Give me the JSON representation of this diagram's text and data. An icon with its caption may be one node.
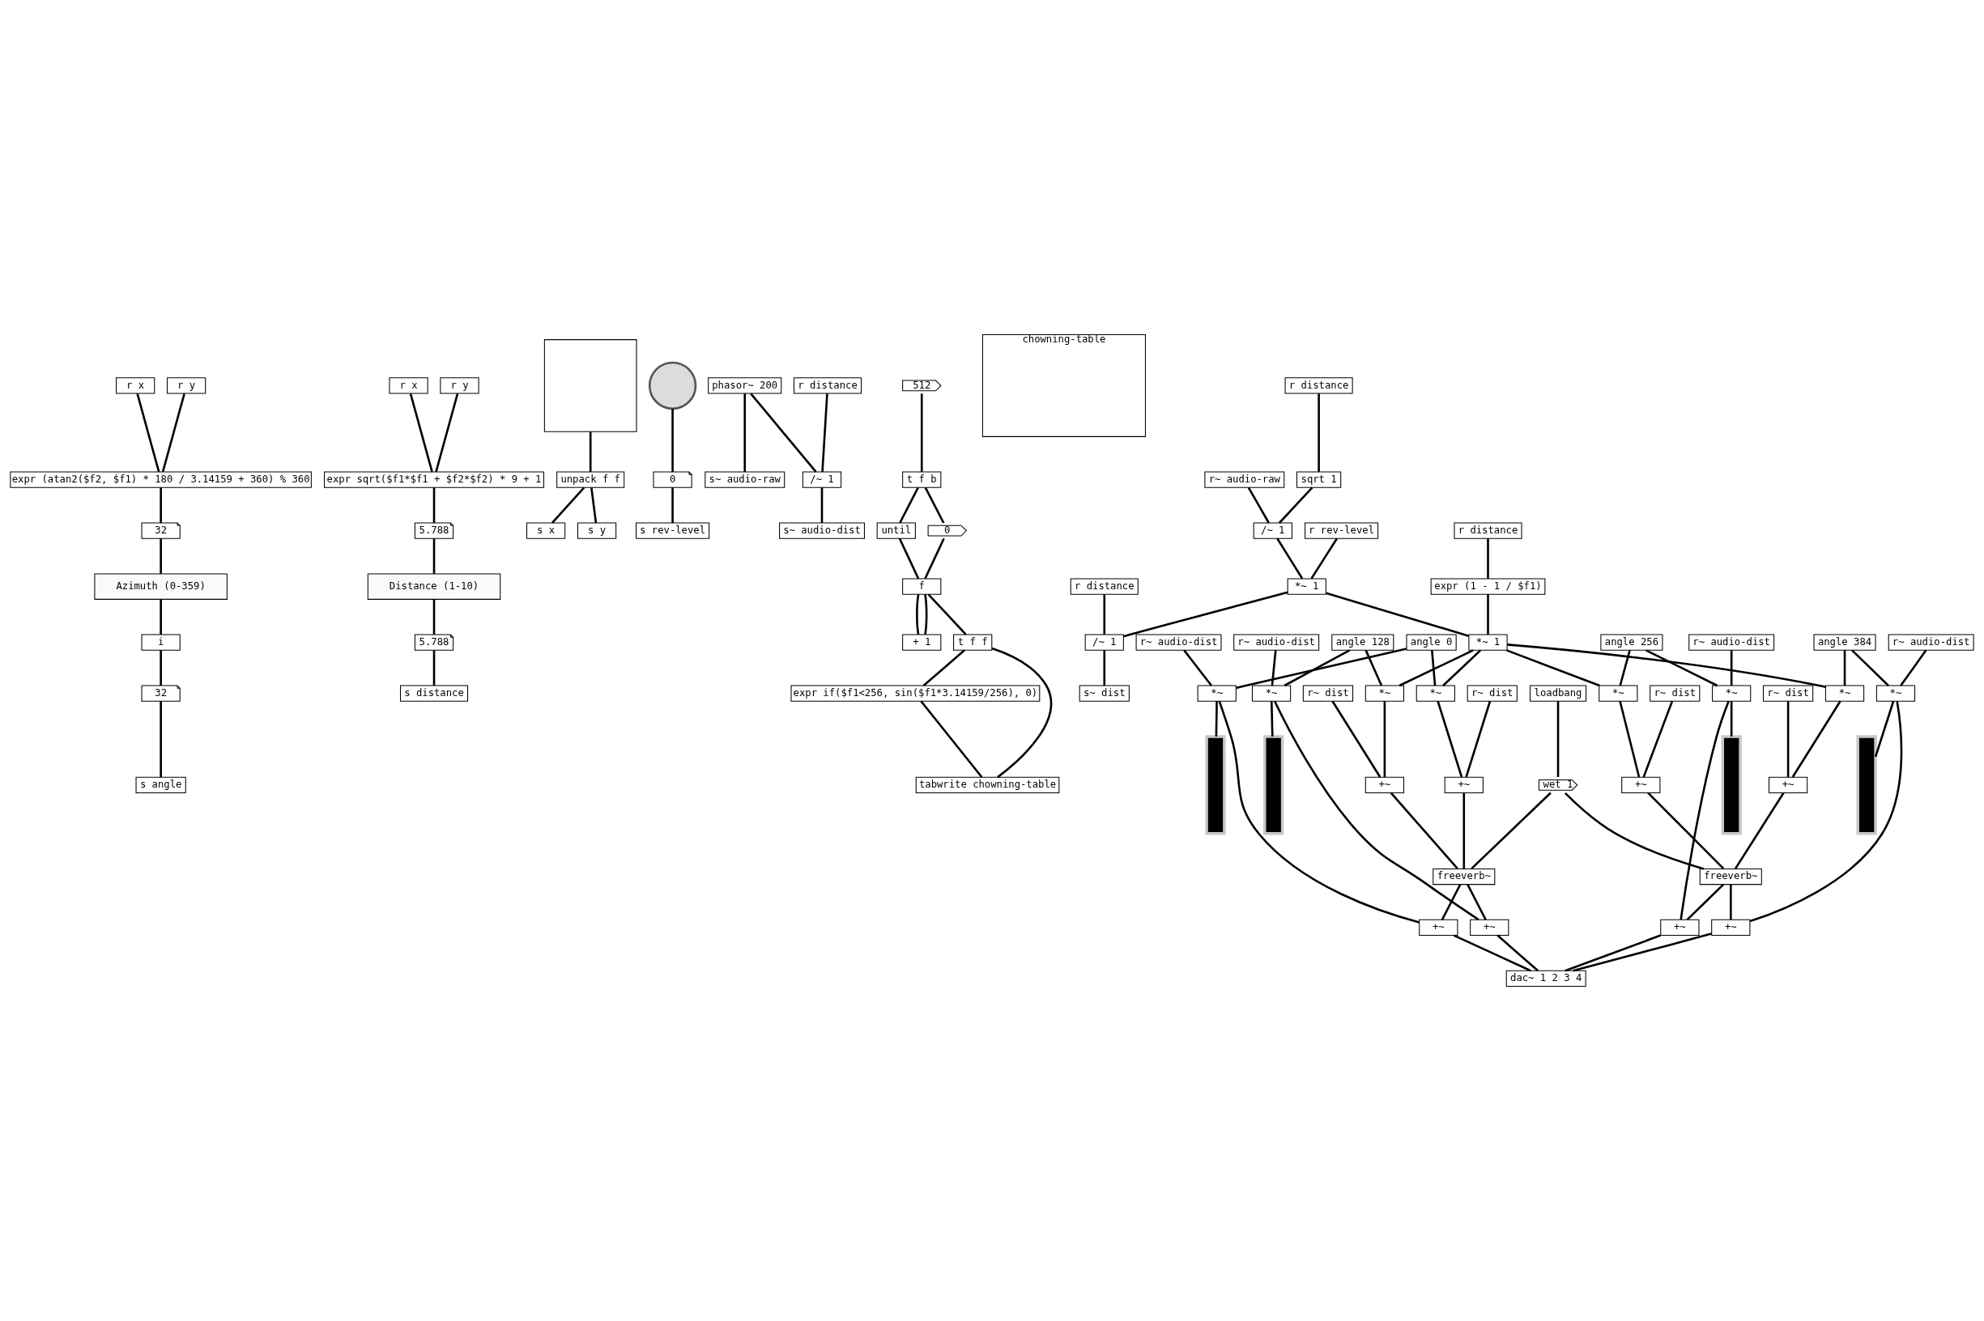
{
  "diagram": {
    "nodes": [
      {
        "text": [
          "r x"
        ]
      },
      {
        "text": [
          "r y"
        ]
      },
      {
        "text": [
          "expr (atan2($f2, $f1) * 180 / 3.14159 + 360) % 360"
        ]
      },
      {
        "text": [
          "32"
        ]
      },
      {
        "text": [
          "Azimuth (0-359)"
        ]
      },
      {
        "text": [
          "i"
        ]
      },
      {
        "text": [
          "32"
        ]
      },
      {
        "text": [
          "s angle"
        ]
      },
      {
        "text": [
          "r x"
        ]
      },
      {
        "text": [
          "r y"
        ]
      },
      {
        "text": [
          "expr sqrt($f1*$f1 + $f2*$f2) * 9 + 1"
        ]
      },
      {
        "text": [
          "5.788"
        ]
      },
      {
        "text": [
          "Distance (1-10)"
        ]
      },
      {
        "text": [
          "5.788"
        ]
      },
      {
        "text": [
          "s distance"
        ]
      },
      {
        "text": [],
        "shape": "box"
      },
      {
        "text": [
          "unpack f f"
        ]
      },
      {
        "text": [
          "s x"
        ]
      },
      {
        "text": [
          "s y"
        ]
      },
      {
        "text": [],
        "shape": "circle"
      },
      {
        "text": [
          "0"
        ]
      },
      {
        "text": [
          "s rev-level"
        ]
      },
      {
        "text": [
          "phasor~ 200"
        ]
      },
      {
        "text": [
          "s~ audio-raw"
        ]
      },
      {
        "text": [
          "r distance"
        ]
      },
      {
        "text": [
          "/~ 1"
        ]
      },
      {
        "text": [
          "s~ audio-dist"
        ]
      },
      {
        "text": [
          "512"
        ]
      },
      {
        "text": [
          "t f b"
        ]
      },
      {
        "text": [
          "until"
        ]
      },
      {
        "text": [
          "0"
        ]
      },
      {
        "text": [
          "f"
        ]
      },
      {
        "text": [
          "+ 1"
        ]
      },
      {
        "text": [
          "t f f"
        ]
      },
      {
        "text": [
          "expr if($f1<256, sin($f1*3.14159/256), 0)"
        ]
      },
      {
        "text": [
          "tabwrite chowning-table"
        ]
      },
      {
        "text": [
          "chowning-table"
        ]
      },
      {
        "text": [
          "r~ audio-raw"
        ]
      },
      {
        "text": [
          "r distance"
        ]
      },
      {
        "text": [
          "sqrt 1"
        ]
      },
      {
        "text": [
          "/~ 1"
        ]
      },
      {
        "text": [
          "r rev-level"
        ]
      },
      {
        "text": [
          "*~ 1"
        ]
      },
      {
        "text": [
          "r distance"
        ]
      },
      {
        "text": [
          "/~ 1"
        ]
      },
      {
        "text": [
          "s~ dist"
        ]
      },
      {
        "text": [
          "r distance"
        ]
      },
      {
        "text": [
          "expr (1 - 1 / $f1)"
        ]
      },
      {
        "text": [
          "*~ 1"
        ]
      },
      {
        "text": [
          "r~ audio-dist"
        ]
      },
      {
        "text": [
          "r~ audio-dist"
        ]
      },
      {
        "text": [
          "r~ audio-dist"
        ]
      },
      {
        "text": [
          "r~ audio-dist"
        ]
      },
      {
        "text": [
          "angle 0"
        ]
      },
      {
        "text": [
          "angle 128"
        ]
      },
      {
        "text": [
          "angle 256"
        ]
      },
      {
        "text": [
          "angle 384"
        ]
      },
      {
        "text": [
          "*~"
        ]
      },
      {
        "text": [
          "*~"
        ]
      },
      {
        "text": [
          "*~"
        ]
      },
      {
        "text": [
          "*~"
        ]
      },
      {
        "text": [],
        "shape": "bar"
      },
      {
        "text": [],
        "shape": "bar"
      },
      {
        "text": [],
        "shape": "bar"
      },
      {
        "text": [],
        "shape": "bar"
      },
      {
        "text": [
          "+~"
        ]
      },
      {
        "text": [
          "+~"
        ]
      },
      {
        "text": [
          "+~"
        ]
      },
      {
        "text": [
          "+~"
        ]
      },
      {
        "text": [
          "dac~ 1 2 3 4"
        ]
      },
      {
        "text": [
          "*~"
        ]
      },
      {
        "text": [
          "*~"
        ]
      },
      {
        "text": [
          "*~"
        ]
      },
      {
        "text": [
          "*~"
        ]
      },
      {
        "text": [
          "r~ dist"
        ]
      },
      {
        "text": [
          "r~ dist"
        ]
      },
      {
        "text": [
          "r~ dist"
        ]
      },
      {
        "text": [
          "r~ dist"
        ]
      },
      {
        "text": [
          "+~"
        ]
      },
      {
        "text": [
          "+~"
        ]
      },
      {
        "text": [
          "+~"
        ]
      },
      {
        "text": [
          "+~"
        ]
      },
      {
        "text": [
          "loadbang"
        ]
      },
      {
        "text": [
          "wet 1"
        ]
      },
      {
        "text": [
          "freeverb~"
        ]
      },
      {
        "text": [
          "freeverb~"
        ]
      }
    ],
    "edges": [
      {
        "from": 0,
        "to": 2,
        "arrow": "none"
      },
      {
        "from": 1,
        "to": 2,
        "arrow": "none"
      },
      {
        "from": 2,
        "to": 3,
        "arrow": "none"
      },
      {
        "from": 3,
        "to": 4,
        "arrow": "none"
      },
      {
        "from": 4,
        "to": 5,
        "arrow": "none"
      },
      {
        "from": 5,
        "to": 6,
        "arrow": "none"
      },
      {
        "from": 6,
        "to": 7,
        "arrow": "none"
      },
      {
        "from": 8,
        "to": 10,
        "arrow": "none"
      },
      {
        "from": 9,
        "to": 10,
        "arrow": "none"
      },
      {
        "from": 10,
        "to": 11,
        "arrow": "none"
      },
      {
        "from": 11,
        "to": 12,
        "arrow": "none"
      },
      {
        "from": 12,
        "to": 13,
        "arrow": "none"
      },
      {
        "from": 13,
        "to": 14,
        "arrow": "none"
      },
      {
        "from": 15,
        "to": 16,
        "arrow": "none"
      },
      {
        "from": 16,
        "to": 17,
        "arrow": "none"
      },
      {
        "from": 16,
        "to": 18,
        "arrow": "none"
      },
      {
        "from": 19,
        "to": 20,
        "arrow": "none"
      },
      {
        "from": 20,
        "to": 21,
        "arrow": "none"
      },
      {
        "from": 22,
        "to": 23,
        "arrow": "none"
      },
      {
        "from": 22,
        "to": 25,
        "arrow": "none"
      },
      {
        "from": 24,
        "to": 25,
        "arrow": "none"
      },
      {
        "from": 25,
        "to": 26,
        "arrow": "none"
      },
      {
        "from": 27,
        "to": 28,
        "arrow": "none"
      },
      {
        "from": 28,
        "to": 29,
        "arrow": "none"
      },
      {
        "from": 28,
        "to": 30,
        "arrow": "none"
      },
      {
        "from": 29,
        "to": 31,
        "arrow": "none"
      },
      {
        "from": 30,
        "to": 31,
        "arrow": "none"
      },
      {
        "from": 31,
        "to": 32,
        "arrow": "none"
      },
      {
        "from": 32,
        "to": 31,
        "arrow": "none"
      },
      {
        "from": 31,
        "to": 33,
        "arrow": "none"
      },
      {
        "from": 33,
        "to": 34,
        "arrow": "none"
      },
      {
        "from": 33,
        "to": 35,
        "arrow": "none"
      },
      {
        "from": 34,
        "to": 35,
        "arrow": "none"
      },
      {
        "from": 37,
        "to": 40,
        "arrow": "none"
      },
      {
        "from": 38,
        "to": 39,
        "arrow": "none"
      },
      {
        "from": 39,
        "to": 40,
        "arrow": "none"
      },
      {
        "from": 40,
        "to": 42,
        "arrow": "none"
      },
      {
        "from": 41,
        "to": 42,
        "arrow": "none"
      },
      {
        "from": 42,
        "to": 44,
        "arrow": "none"
      },
      {
        "from": 43,
        "to": 44,
        "arrow": "none"
      },
      {
        "from": 44,
        "to": 45,
        "arrow": "none"
      },
      {
        "from": 42,
        "to": 48,
        "arrow": "none"
      },
      {
        "from": 46,
        "to": 47,
        "arrow": "none"
      },
      {
        "from": 47,
        "to": 48,
        "arrow": "none"
      },
      {
        "from": 49,
        "to": 57,
        "arrow": "none"
      },
      {
        "from": 50,
        "to": 58,
        "arrow": "none"
      },
      {
        "from": 51,
        "to": 59,
        "arrow": "none"
      },
      {
        "from": 52,
        "to": 60,
        "arrow": "none"
      },
      {
        "from": 53,
        "to": 57,
        "arrow": "none"
      },
      {
        "from": 54,
        "to": 58,
        "arrow": "none"
      },
      {
        "from": 55,
        "to": 59,
        "arrow": "none"
      },
      {
        "from": 56,
        "to": 60,
        "arrow": "none"
      },
      {
        "from": 53,
        "to": 70,
        "arrow": "none"
      },
      {
        "from": 54,
        "to": 71,
        "arrow": "none"
      },
      {
        "from": 55,
        "to": 72,
        "arrow": "none"
      },
      {
        "from": 56,
        "to": 73,
        "arrow": "none"
      },
      {
        "from": 57,
        "to": 61,
        "arrow": "none"
      },
      {
        "from": 58,
        "to": 62,
        "arrow": "none"
      },
      {
        "from": 59,
        "to": 63,
        "arrow": "none"
      },
      {
        "from": 60,
        "to": 64,
        "arrow": "none"
      },
      {
        "from": 57,
        "to": 65,
        "arrow": "none"
      },
      {
        "from": 58,
        "to": 66,
        "arrow": "none"
      },
      {
        "from": 59,
        "to": 67,
        "arrow": "none"
      },
      {
        "from": 60,
        "to": 68,
        "arrow": "none"
      },
      {
        "from": 65,
        "to": 69,
        "arrow": "none"
      },
      {
        "from": 66,
        "to": 69,
        "arrow": "none"
      },
      {
        "from": 67,
        "to": 69,
        "arrow": "none"
      },
      {
        "from": 68,
        "to": 69,
        "arrow": "none"
      },
      {
        "from": 48,
        "to": 70,
        "arrow": "none"
      },
      {
        "from": 48,
        "to": 71,
        "arrow": "none"
      },
      {
        "from": 48,
        "to": 72,
        "arrow": "none"
      },
      {
        "from": 48,
        "to": 73,
        "arrow": "none"
      },
      {
        "from": 70,
        "to": 78,
        "arrow": "none"
      },
      {
        "from": 71,
        "to": 79,
        "arrow": "none"
      },
      {
        "from": 72,
        "to": 80,
        "arrow": "none"
      },
      {
        "from": 73,
        "to": 81,
        "arrow": "none"
      },
      {
        "from": 74,
        "to": 78,
        "arrow": "none"
      },
      {
        "from": 75,
        "to": 79,
        "arrow": "none"
      },
      {
        "from": 76,
        "to": 80,
        "arrow": "none"
      },
      {
        "from": 77,
        "to": 81,
        "arrow": "none"
      },
      {
        "from": 78,
        "to": 84,
        "arrow": "none"
      },
      {
        "from": 79,
        "to": 84,
        "arrow": "none"
      },
      {
        "from": 80,
        "to": 85,
        "arrow": "none"
      },
      {
        "from": 81,
        "to": 85,
        "arrow": "none"
      },
      {
        "from": 82,
        "to": 83,
        "arrow": "none"
      },
      {
        "from": 83,
        "to": 84,
        "arrow": "none"
      },
      {
        "from": 83,
        "to": 85,
        "arrow": "none"
      },
      {
        "from": 84,
        "to": 65,
        "arrow": "none"
      },
      {
        "from": 84,
        "to": 66,
        "arrow": "none"
      },
      {
        "from": 85,
        "to": 67,
        "arrow": "none"
      },
      {
        "from": 85,
        "to": 68,
        "arrow": "none"
      }
    ]
  }
}
